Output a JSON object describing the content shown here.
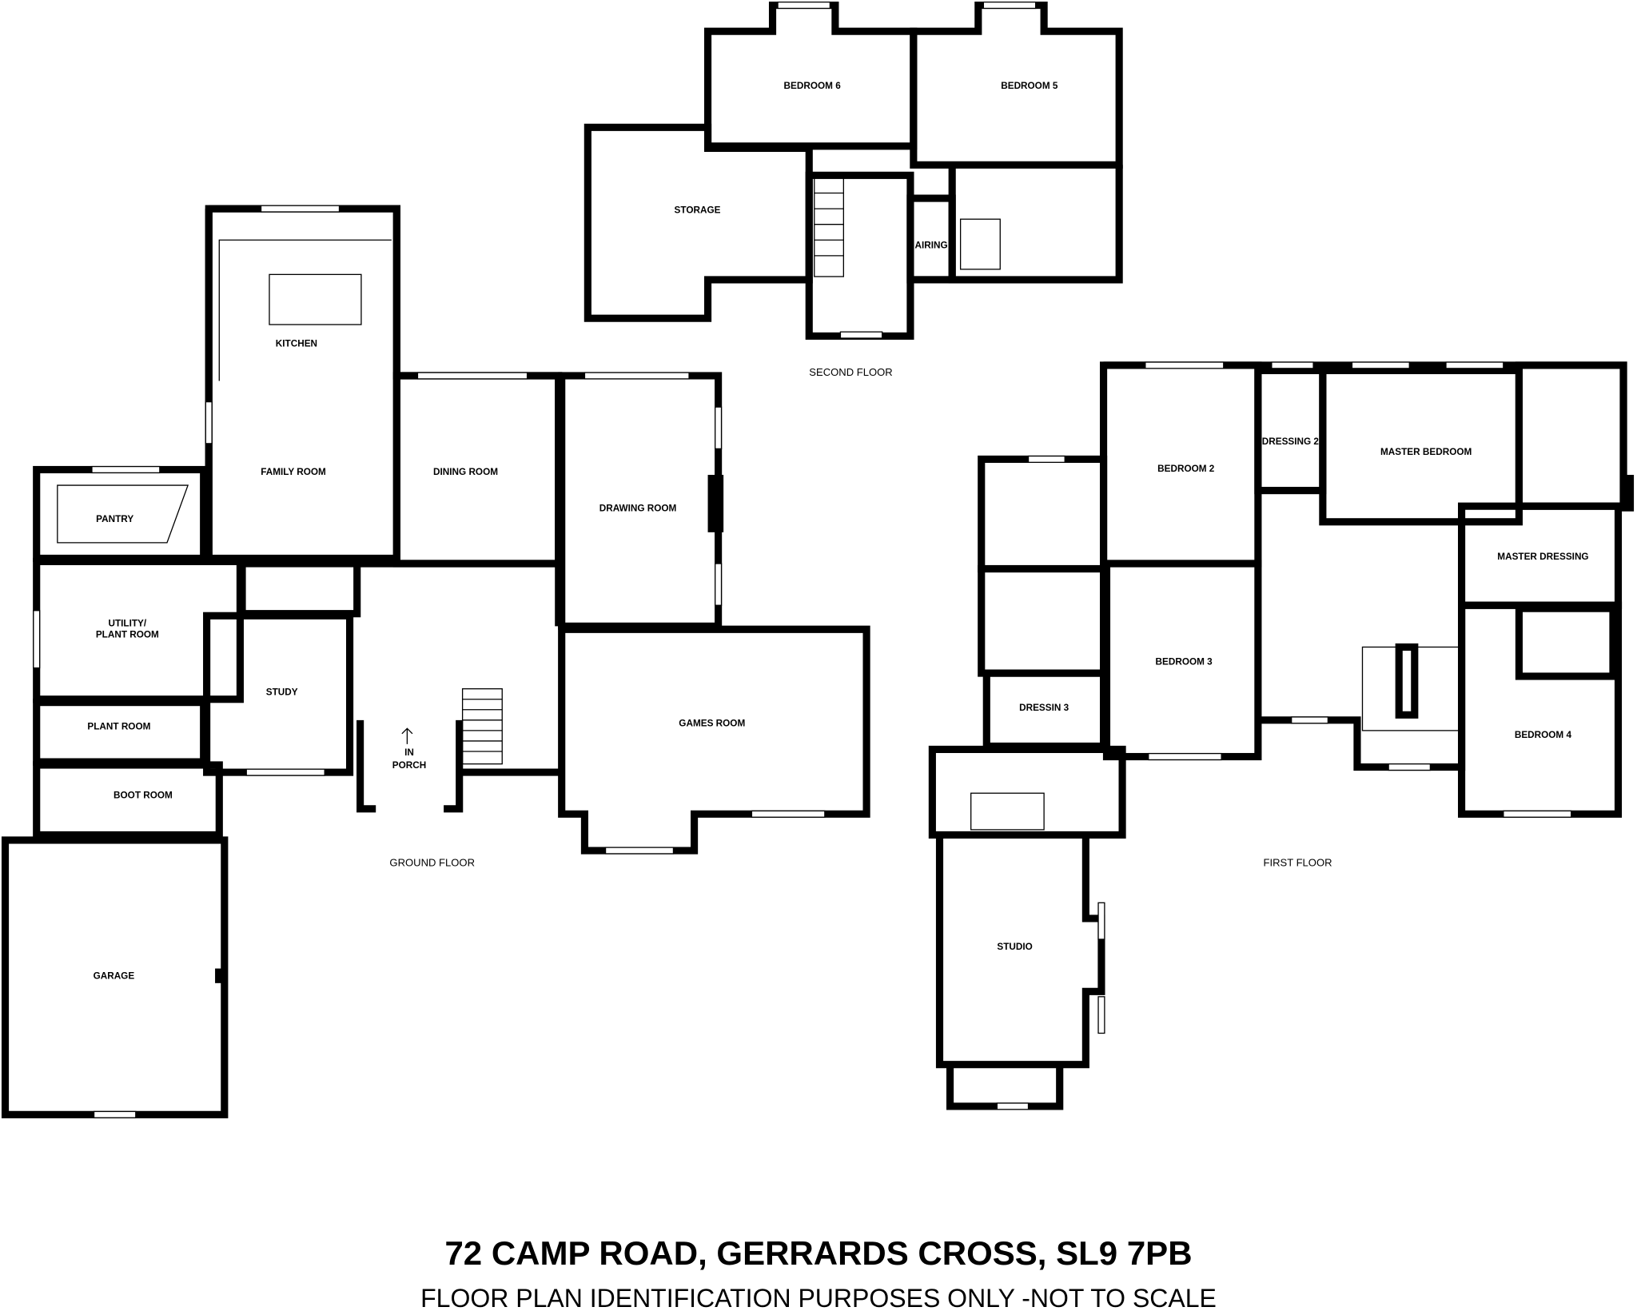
{
  "title": "72 CAMP ROAD, GERRARDS CROSS, SL9 7PB",
  "subtitle": "FLOOR PLAN IDENTIFICATION PURPOSES ONLY -NOT TO SCALE",
  "floors": {
    "ground": {
      "label": "GROUND FLOOR",
      "rooms": {
        "kitchen": "KITCHEN",
        "family_room": "FAMILY ROOM",
        "dining_room": "DINING ROOM",
        "drawing_room": "DRAWING ROOM",
        "pantry": "PANTRY",
        "utility": "UTILITY/",
        "utility_2": "PLANT ROOM",
        "study": "STUDY",
        "games_room": "GAMES ROOM",
        "plant_room": "PLANT ROOM",
        "boot_room": "BOOT ROOM",
        "porch": "PORCH",
        "porch_in": "IN",
        "garage": "GARAGE"
      }
    },
    "second": {
      "label": "SECOND FLOOR",
      "rooms": {
        "bedroom_6": "BEDROOM 6",
        "bedroom_5": "BEDROOM 5",
        "storage": "STORAGE",
        "airing": "AIRING"
      }
    },
    "first": {
      "label": "FIRST FLOOR",
      "rooms": {
        "bedroom_2": "BEDROOM 2",
        "dressing_2": "DRESSING 2",
        "master_bedroom": "MASTER BEDROOM",
        "master_dressing": "MASTER DRESSING",
        "bedroom_3": "BEDROOM 3",
        "dressin_3": "DRESSIN 3",
        "bedroom_4": "BEDROOM 4",
        "studio": "STUDIO"
      }
    }
  }
}
